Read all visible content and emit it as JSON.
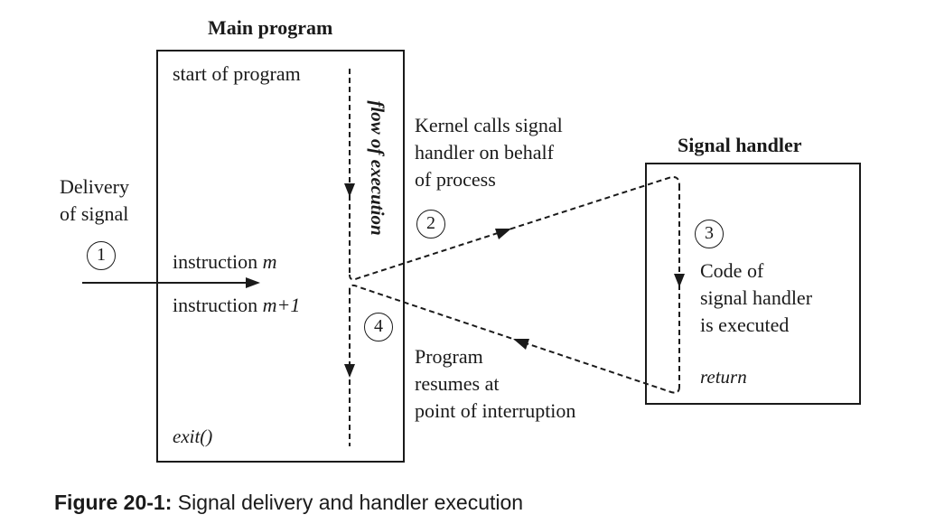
{
  "main_program": {
    "title": "Main program",
    "start_label": "start of program",
    "instruction_m_prefix": "instruction",
    "instruction_m_var": "m",
    "instruction_m1_prefix": "instruction",
    "instruction_m1_var": "m+1",
    "exit_label": "exit()",
    "flow_label": "flow of execution"
  },
  "delivery": {
    "line1": "Delivery",
    "line2": "of signal",
    "step": "1"
  },
  "kernel_calls": {
    "line1": "Kernel calls signal",
    "line2": "handler on behalf",
    "line3": "of process",
    "step": "2"
  },
  "signal_handler": {
    "title": "Signal handler",
    "step": "3",
    "line1": "Code of",
    "line2": "signal handler",
    "line3": "is executed",
    "return_label": "return"
  },
  "resume": {
    "step": "4",
    "line1": "Program",
    "line2": "resumes at",
    "line3": "point of interruption"
  },
  "caption": {
    "figure": "Figure 20-1:",
    "text": "Signal delivery and handler execution"
  }
}
